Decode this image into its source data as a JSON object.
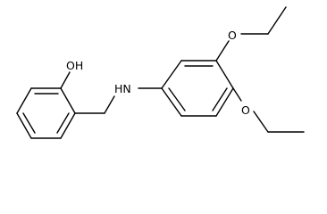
{
  "molecule": {
    "atom_labels": {
      "hydroxyl": "OH",
      "amine": "HN",
      "ether_top": "O",
      "ether_bottom": "O"
    },
    "colors": {
      "bonds": "#000000",
      "labels": "#000000",
      "background": "#ffffff"
    }
  }
}
